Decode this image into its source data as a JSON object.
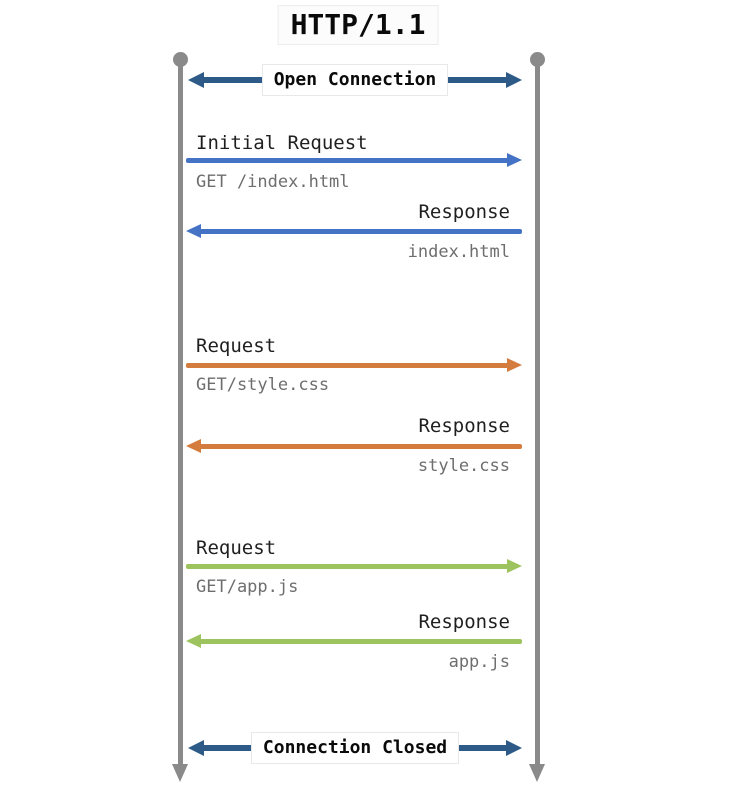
{
  "title": "HTTP/1.1",
  "connection": {
    "open": "Open Connection",
    "closed": "Connection Closed"
  },
  "messages": [
    {
      "label": "Initial Request",
      "detail": "GET /index.html",
      "direction": "right",
      "color": "#4472c4"
    },
    {
      "label": "Response",
      "detail": "index.html",
      "direction": "left",
      "color": "#4472c4"
    },
    {
      "label": "Request",
      "detail": "GET/style.css",
      "direction": "right",
      "color": "#d47c3e"
    },
    {
      "label": "Response",
      "detail": "style.css",
      "direction": "left",
      "color": "#d47c3e"
    },
    {
      "label": "Request",
      "detail": "GET/app.js",
      "direction": "right",
      "color": "#9cc35e"
    },
    {
      "label": "Response",
      "detail": "app.js",
      "direction": "left",
      "color": "#9cc35e"
    }
  ],
  "colors": {
    "connection_arrow": "#2d5a87",
    "request_1": "#4472c4",
    "request_2": "#d47c3e",
    "request_3": "#9cc35e",
    "lifeline": "#8a8a8a",
    "label_text": "#1f1f1f",
    "detail_text": "#6e6e6e"
  }
}
